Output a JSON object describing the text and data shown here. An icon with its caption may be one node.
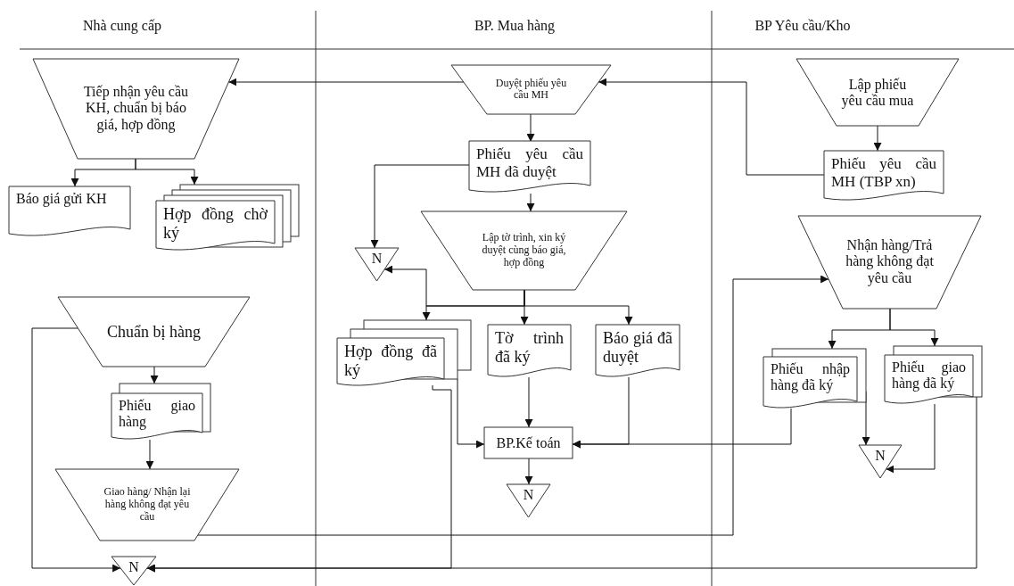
{
  "diagram": {
    "nodes": [
      {
        "text": [
          "Tiếp nhận yêu cầu KH, chuẩn bị báo giá, hợp đồng"
        ]
      },
      {
        "text": [
          "Báo giá gửi KH"
        ]
      },
      {
        "text": [
          "Hợp đồng chờ ký"
        ]
      },
      {
        "text": [
          "Chuẩn bị hàng"
        ]
      },
      {
        "text": [
          "Phiếu giao hàng"
        ]
      },
      {
        "text": [
          "Giao hàng/ Nhận lại hàng không đạt yêu cầu"
        ]
      },
      {
        "text": [
          "N"
        ]
      },
      {
        "text": [
          "Duyệt phiếu yêu cầu MH"
        ]
      },
      {
        "text": [
          "Phiếu yêu cầu MH đã duyệt"
        ]
      },
      {
        "text": [
          "N"
        ]
      },
      {
        "text": [
          "Lập tờ trình, xin ký duyệt cùng báo giá, hợp đồng"
        ]
      },
      {
        "text": [
          "Hợp đồng đã ký"
        ]
      },
      {
        "text": [
          "Tờ trình đã ký"
        ]
      },
      {
        "text": [
          "Báo giá đã duyệt"
        ]
      },
      {
        "text": [
          "BP.Kế toán"
        ]
      },
      {
        "text": [
          "N"
        ]
      },
      {
        "text": [
          "Lập phiếu yêu cầu mua"
        ]
      },
      {
        "text": [
          "Phiếu yêu cầu MH (TBP xn)"
        ]
      },
      {
        "text": [
          "Nhận hàng/Trả hàng không đạt yêu cầu"
        ]
      },
      {
        "text": [
          "Phiếu nhập hàng đã ký"
        ]
      },
      {
        "text": [
          "Phiếu giao hàng đã ký"
        ]
      },
      {
        "text": [
          "N"
        ]
      }
    ],
    "edges": [
      {
        "from": 0,
        "to": 1,
        "arrow": "to"
      },
      {
        "from": 0,
        "to": 2,
        "arrow": "to"
      },
      {
        "from": 7,
        "to": 0,
        "arrow": "to"
      },
      {
        "from": 16,
        "to": 17,
        "arrow": "to"
      },
      {
        "from": 17,
        "to": 7,
        "arrow": "to"
      },
      {
        "from": 7,
        "to": 8,
        "arrow": "to"
      },
      {
        "from": 8,
        "to": 10,
        "arrow": "to"
      },
      {
        "from": 8,
        "to": 9,
        "arrow": "to"
      },
      {
        "from": 10,
        "to": 9,
        "arrow": "to"
      },
      {
        "from": 10,
        "to": 11,
        "arrow": "to"
      },
      {
        "from": 10,
        "to": 12,
        "arrow": "to"
      },
      {
        "from": 10,
        "to": 13,
        "arrow": "to"
      },
      {
        "from": 11,
        "to": 14,
        "arrow": "to"
      },
      {
        "from": 12,
        "to": 14,
        "arrow": "to"
      },
      {
        "from": 13,
        "to": 14,
        "arrow": "to"
      },
      {
        "from": 19,
        "to": 14,
        "arrow": "to"
      },
      {
        "from": 14,
        "to": 15,
        "arrow": "to"
      },
      {
        "from": 3,
        "to": 6,
        "arrow": "to"
      },
      {
        "from": 3,
        "to": 4,
        "arrow": "to"
      },
      {
        "from": 4,
        "to": 5,
        "arrow": "to"
      },
      {
        "from": 5,
        "to": 18,
        "arrow": "to"
      },
      {
        "from": 11,
        "to": 6,
        "arrow": "to"
      },
      {
        "from": 20,
        "to": 6,
        "arrow": "to"
      },
      {
        "from": 18,
        "to": 19,
        "arrow": "to"
      },
      {
        "from": 18,
        "to": 20,
        "arrow": "to"
      },
      {
        "from": 19,
        "to": 21,
        "arrow": "to"
      },
      {
        "from": 20,
        "to": 21,
        "arrow": "to"
      }
    ],
    "labels": [
      "Nhà cung cấp",
      "BP. Mua hàng",
      "BP Yêu cầu/Kho"
    ]
  }
}
